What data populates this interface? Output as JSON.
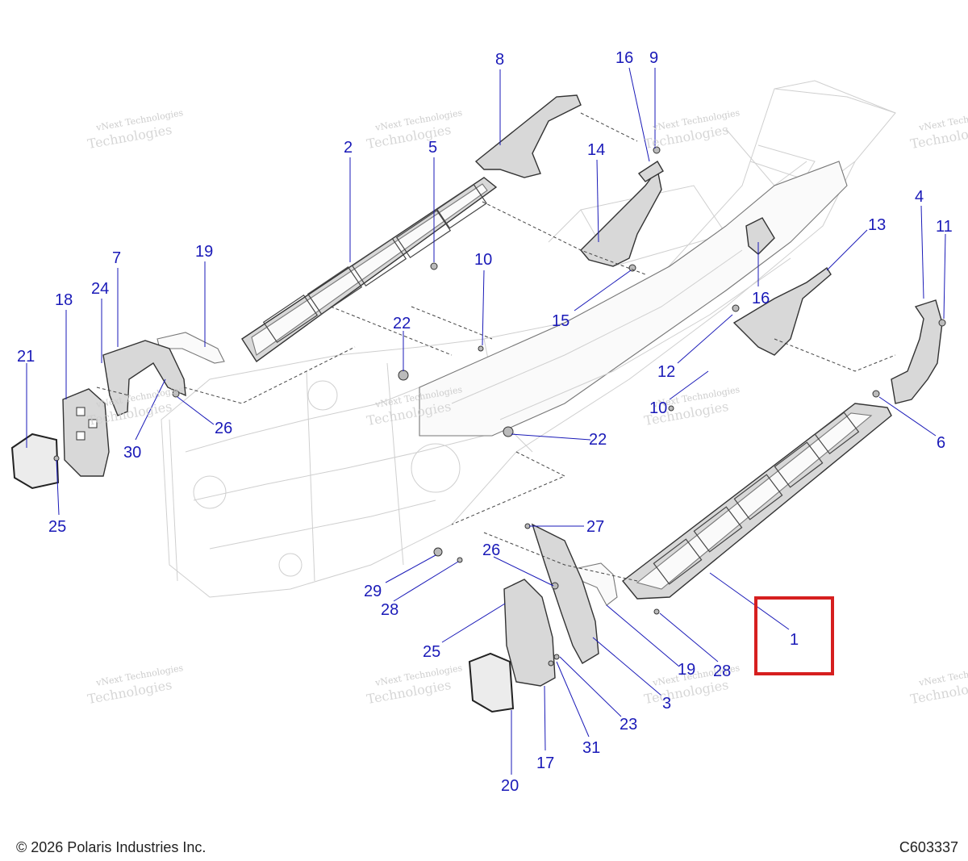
{
  "watermarks": [
    {
      "small": "vNext Technologies",
      "big": "Technologies"
    },
    {
      "small": "vNext Technologies",
      "big": "Technologies"
    },
    {
      "small": "vNext Technologies",
      "big": "Technologies"
    },
    {
      "small": "vNext Technologies",
      "big": "Technologies"
    },
    {
      "small": "vNext Technologies",
      "big": "Technologies"
    },
    {
      "small": "vNext Technologies",
      "big": "Technologies"
    },
    {
      "small": "vNext Technologies",
      "big": "Technologies"
    },
    {
      "small": "vNext Technologies",
      "big": "Technologies"
    },
    {
      "small": "vNext Technologies",
      "big": "Technologies"
    },
    {
      "small": "vNext Technologies",
      "big": "Technologies"
    },
    {
      "small": "vNext Technologies",
      "big": "Technologies"
    }
  ],
  "callouts": [
    {
      "label": "8"
    },
    {
      "label": "16"
    },
    {
      "label": "9"
    },
    {
      "label": "2"
    },
    {
      "label": "5"
    },
    {
      "label": "14"
    },
    {
      "label": "4"
    },
    {
      "label": "11"
    },
    {
      "label": "13"
    },
    {
      "label": "19"
    },
    {
      "label": "7"
    },
    {
      "label": "10"
    },
    {
      "label": "18"
    },
    {
      "label": "24"
    },
    {
      "label": "16"
    },
    {
      "label": "15"
    },
    {
      "label": "21"
    },
    {
      "label": "22"
    },
    {
      "label": "12"
    },
    {
      "label": "10"
    },
    {
      "label": "6"
    },
    {
      "label": "26"
    },
    {
      "label": "30"
    },
    {
      "label": "22"
    },
    {
      "label": "25"
    },
    {
      "label": "27"
    },
    {
      "label": "26"
    },
    {
      "label": "29"
    },
    {
      "label": "28"
    },
    {
      "label": "1"
    },
    {
      "label": "25"
    },
    {
      "label": "19"
    },
    {
      "label": "28"
    },
    {
      "label": "3"
    },
    {
      "label": "23"
    },
    {
      "label": "31"
    },
    {
      "label": "17"
    },
    {
      "label": "20"
    }
  ],
  "highlight_color": "#d61f1f",
  "callout_color": "#1a1ab8",
  "footer": {
    "copyright": "© 2026 Polaris Industries Inc.",
    "diagram_code": "C603337"
  }
}
